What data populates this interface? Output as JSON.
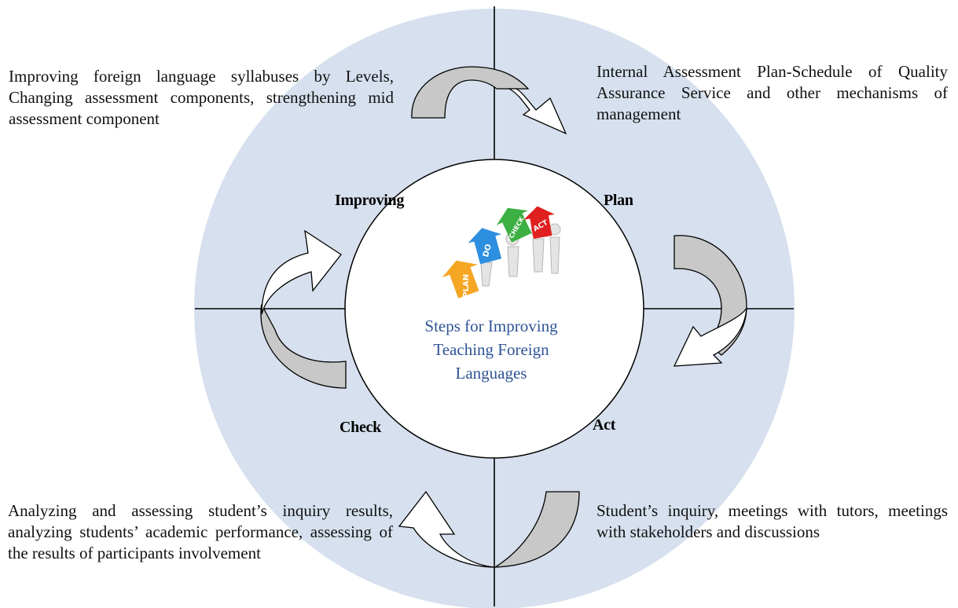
{
  "center": {
    "title_lines": [
      "Steps for Improving",
      "Teaching Foreign",
      "Languages"
    ],
    "title_color": "#2f5496",
    "image": "PLAN-DO-CHECK-ACT arrows pushed by figures",
    "image_words": [
      "PLAN",
      "DO",
      "CHECK",
      "ACT"
    ]
  },
  "stages": {
    "improving": "Improving",
    "plan": "Plan",
    "act": "Act",
    "check": "Check"
  },
  "descriptions": {
    "top_left": "Improving foreign language syllabuses by Levels, Changing assessment components, strengthening mid assessment component",
    "top_right": "Internal Assessment Plan-Schedule of Quality Assurance Service and other mechanisms of management",
    "bottom_right": "Student’s inquiry, meetings with tutors, meetings with stakeholders and discussions",
    "bottom_left": "Analyzing and assessing student’s inquiry results, analyzing students’ academic performance, assessing of the results of participants involvement"
  },
  "colors": {
    "outer_circle": "#d6e0ee",
    "arrow_fill_gray": "#c8c8c8",
    "arrow_fill_white": "#ffffff",
    "line": "#000000"
  },
  "icons": {
    "arrows": "curved-cycle-arrow-icon"
  }
}
